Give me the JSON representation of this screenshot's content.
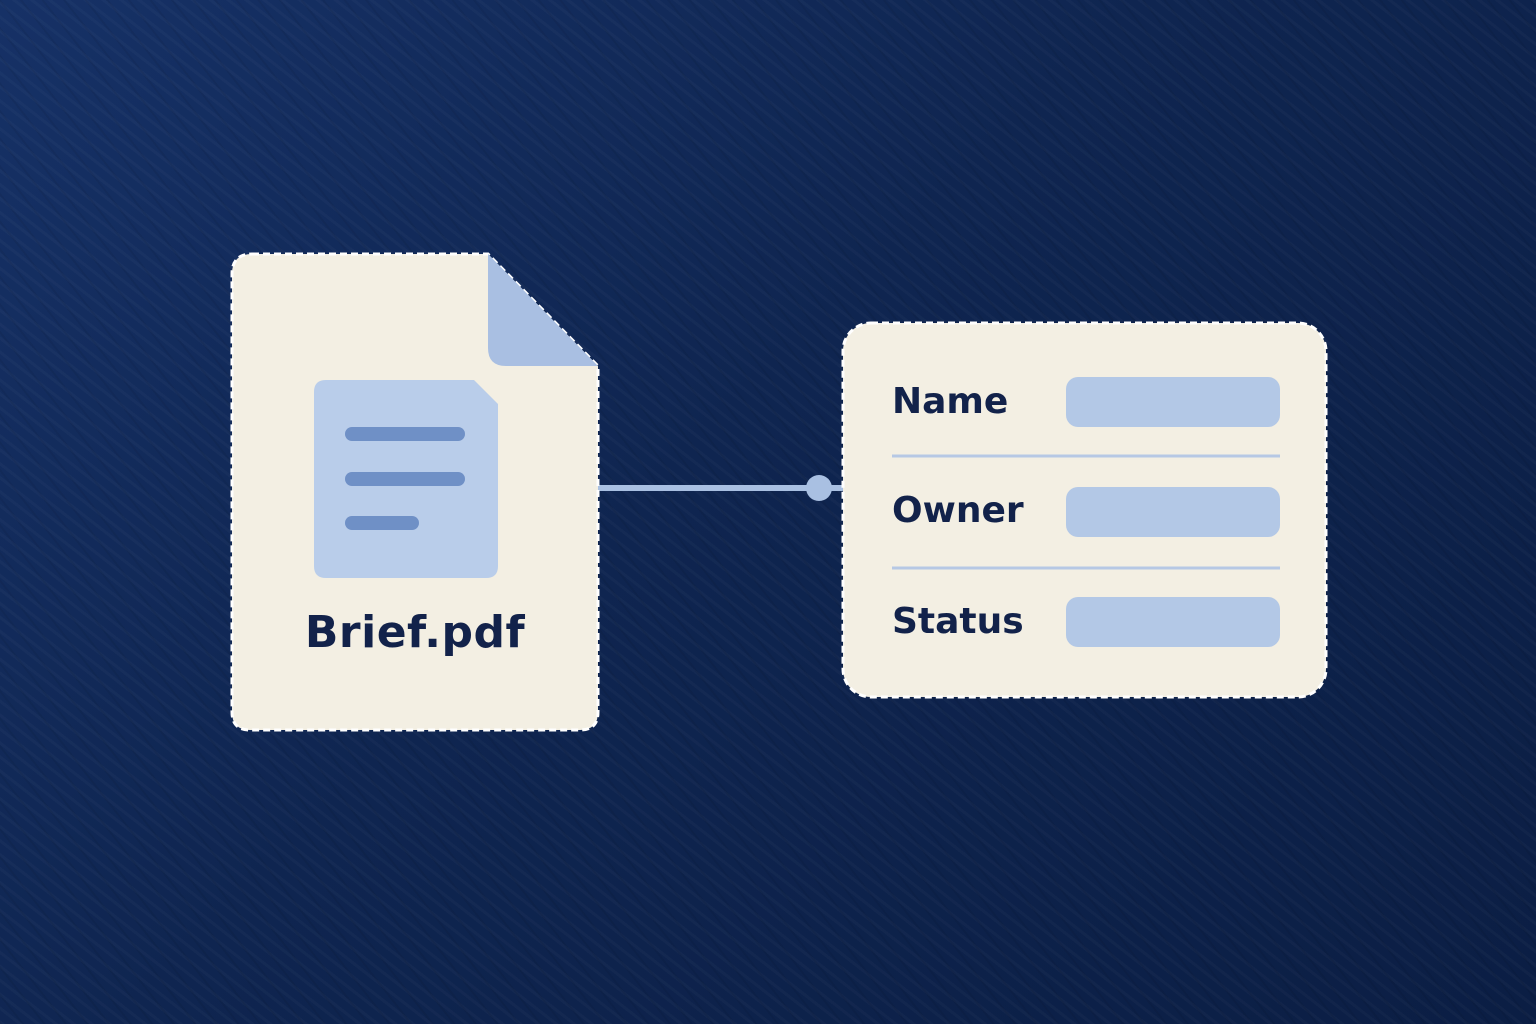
{
  "file_node": {
    "filename": "Brief.pdf",
    "icon": "document-icon"
  },
  "connector": {
    "icon": "connector-dot-icon"
  },
  "record_card": {
    "fields": [
      {
        "label": "Name",
        "value": ""
      },
      {
        "label": "Owner",
        "value": ""
      },
      {
        "label": "Status",
        "value": ""
      }
    ]
  },
  "colors": {
    "background": "#0f2550",
    "card": "#f3efe3",
    "accent": "#b3c8e6",
    "accent_dark": "#6f90c6",
    "text": "#12224a"
  }
}
